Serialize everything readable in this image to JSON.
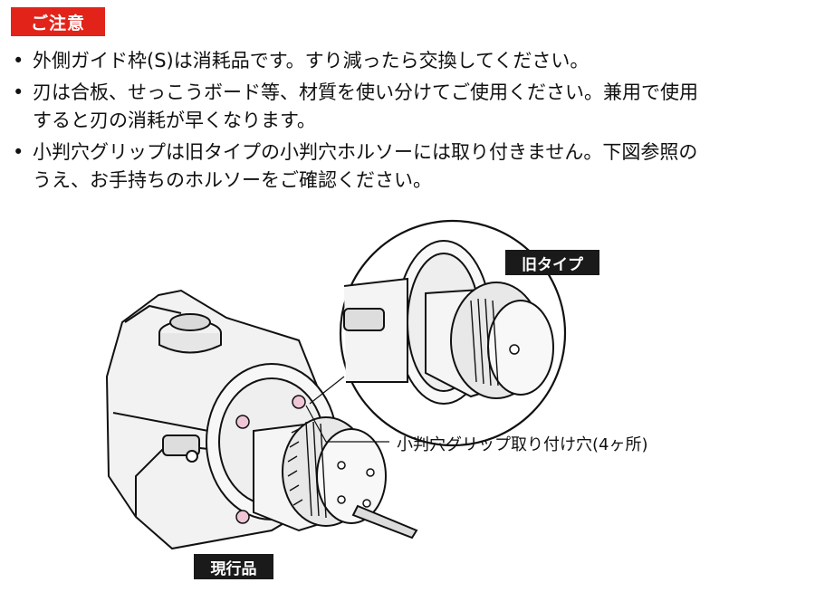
{
  "header": {
    "title": "ご注意"
  },
  "notes": [
    {
      "text": "外側ガイド枠(S)は消耗品です。すり減ったら交換してください。"
    },
    {
      "text": "刃は合板、せっこうボード等、材質を使い分けてご使用ください。兼用で使用\nすると刃の消耗が早くなります。"
    },
    {
      "text": "小判穴グリップは旧タイプの小判穴ホルソーには取り付きません。下図参照の\nうえ、お手持ちのホルソーをご確認ください。"
    }
  ],
  "figure": {
    "old_type_label": "旧タイプ",
    "current_label": "現行品",
    "callout": "小判穴グリップ取り付け穴(4ヶ所)",
    "hole_color": "#f0c6d6"
  }
}
